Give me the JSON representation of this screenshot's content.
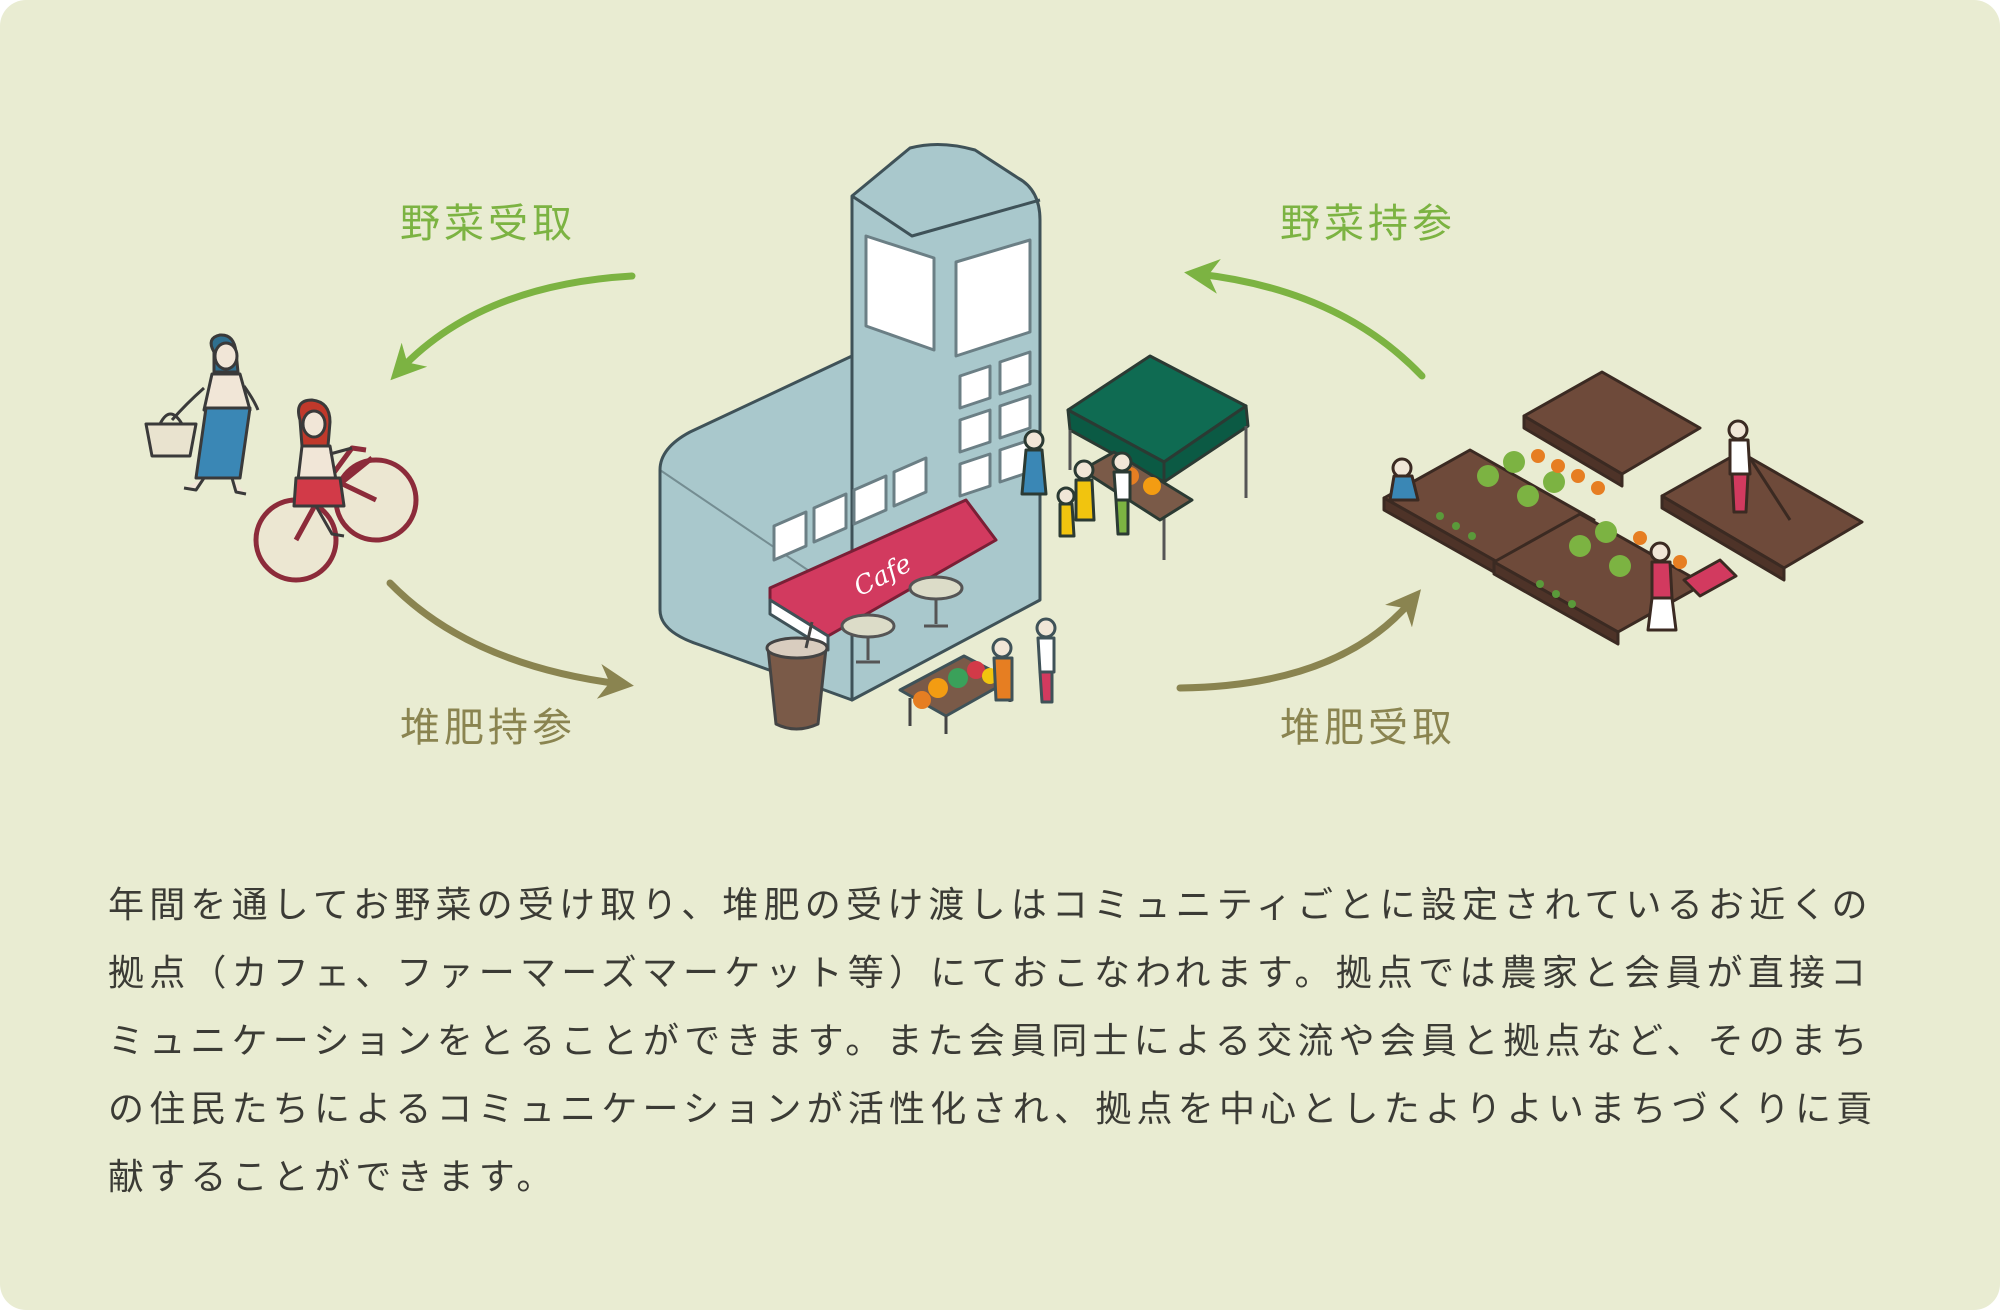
{
  "colors": {
    "background": "#e9ecd2",
    "green_arrow": "#7cb342",
    "olive_arrow": "#8a8450",
    "text": "#3b3b35",
    "building": "#a9c8cc",
    "awning": "#d23a5f",
    "tent": "#0f6b52",
    "soil": "#6e4a3a"
  },
  "diagram": {
    "labels": {
      "vegetable_pickup": "野菜受取",
      "vegetable_delivery": "野菜持参",
      "compost_delivery": "堆肥持参",
      "compost_pickup": "堆肥受取"
    },
    "cafe_sign": "Cafe"
  },
  "description": "年間を通してお野菜の受け取り、堆肥の受け渡しはコミュニティごとに設定されているお近くの拠点（カフェ、ファーマーズマーケット等）にておこなわれます。拠点では農家と会員が直接コミュニケーションをとることができます。また会員同士による交流や会員と拠点など、そのまちの住民たちによるコミュニケーションが活性化され、拠点を中心としたよりよいまちづくりに貢献することができます。"
}
